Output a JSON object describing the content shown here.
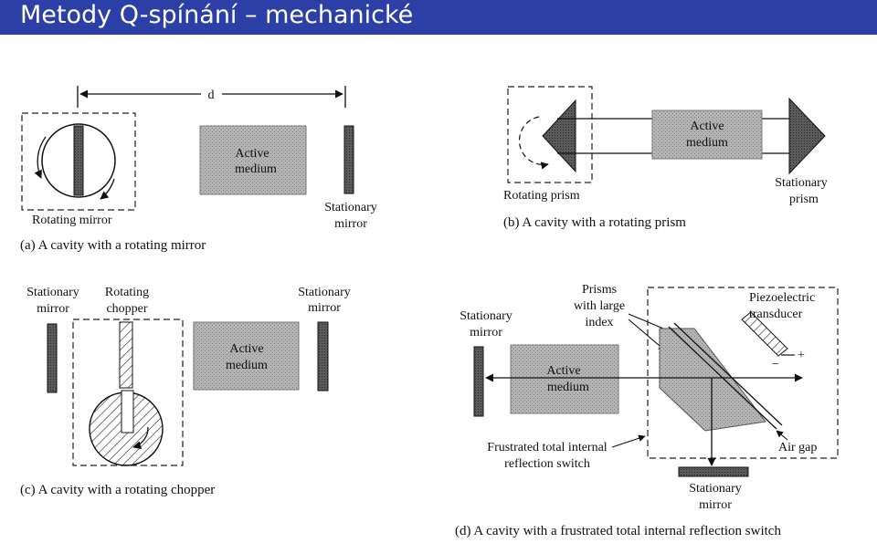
{
  "slide": {
    "title": "Metody Q-spínání – mechanické"
  },
  "colors": {
    "title_bar": "#2c3fa7",
    "title_text": "#ffffff",
    "medium_fill": "#a9a9a9",
    "mirror_fill": "#555555"
  },
  "panel_a": {
    "dimension": "d",
    "rotating_mirror": "Rotating mirror",
    "active_medium": [
      "Active",
      "medium"
    ],
    "stationary_mirror": [
      "Stationary",
      "mirror"
    ],
    "caption": "(a) A cavity with a rotating mirror"
  },
  "panel_b": {
    "active_medium": [
      "Active",
      "medium"
    ],
    "rotating_prism": "Rotating prism",
    "stationary_prism": [
      "Stationary",
      "prism"
    ],
    "caption": "(b) A cavity with a rotating prism"
  },
  "panel_c": {
    "stationary_mirror_left": [
      "Stationary",
      "mirror"
    ],
    "rotating_chopper": [
      "Rotating",
      "chopper"
    ],
    "stationary_mirror_right": [
      "Stationary",
      "mirror"
    ],
    "active_medium": [
      "Active",
      "medium"
    ],
    "caption": "(c) A cavity with a rotating chopper"
  },
  "panel_d": {
    "stationary_mirror_left": [
      "Stationary",
      "mirror"
    ],
    "prisms": [
      "Prisms",
      "with large",
      "index"
    ],
    "piezo": [
      "Piezoelectric",
      "transducer"
    ],
    "plus": "+",
    "minus": "−",
    "active_medium": [
      "Active",
      "medium"
    ],
    "ftir_switch": [
      "Frustrated total internal",
      "reflection switch"
    ],
    "air_gap": "Air gap",
    "stationary_mirror_bottom": [
      "Stationary",
      "mirror"
    ],
    "caption": "(d) A cavity with a frustrated total internal reflection switch"
  }
}
